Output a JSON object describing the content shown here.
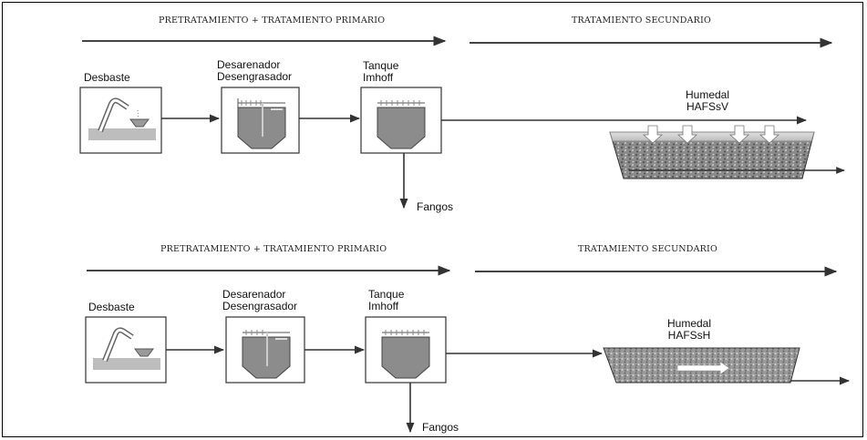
{
  "rows": [
    {
      "phase_primary": "PRETRATAMIENTO + TRATAMIENTO PRIMARIO",
      "phase_secondary": "TRATAMIENTO SECUNDARIO",
      "screening": "Desbaste",
      "grit_line1": "Desarenador",
      "grit_line2": "Desengrasador",
      "tank_line1": "Tanque",
      "tank_line2": "Imhoff",
      "sludge": "Fangos",
      "wetland_line1": "Humedal",
      "wetland_line2": "HAFSsV",
      "wetland_type": "vertical"
    },
    {
      "phase_primary": "PRETRATAMIENTO + TRATAMIENTO PRIMARIO",
      "phase_secondary": "TRATAMIENTO SECUNDARIO",
      "screening": "Desbaste",
      "grit_line1": "Desarenador",
      "grit_line2": "Desengrasador",
      "tank_line1": "Tanque",
      "tank_line2": "Imhoff",
      "sludge": "Fangos",
      "wetland_line1": "Humedal",
      "wetland_line2": "HAFSsH",
      "wetland_type": "horizontal"
    }
  ],
  "colors": {
    "line": "#333333",
    "water": "#7a7a7a",
    "gravel": "#9a9a9a",
    "sand": "#d2d2d2"
  }
}
